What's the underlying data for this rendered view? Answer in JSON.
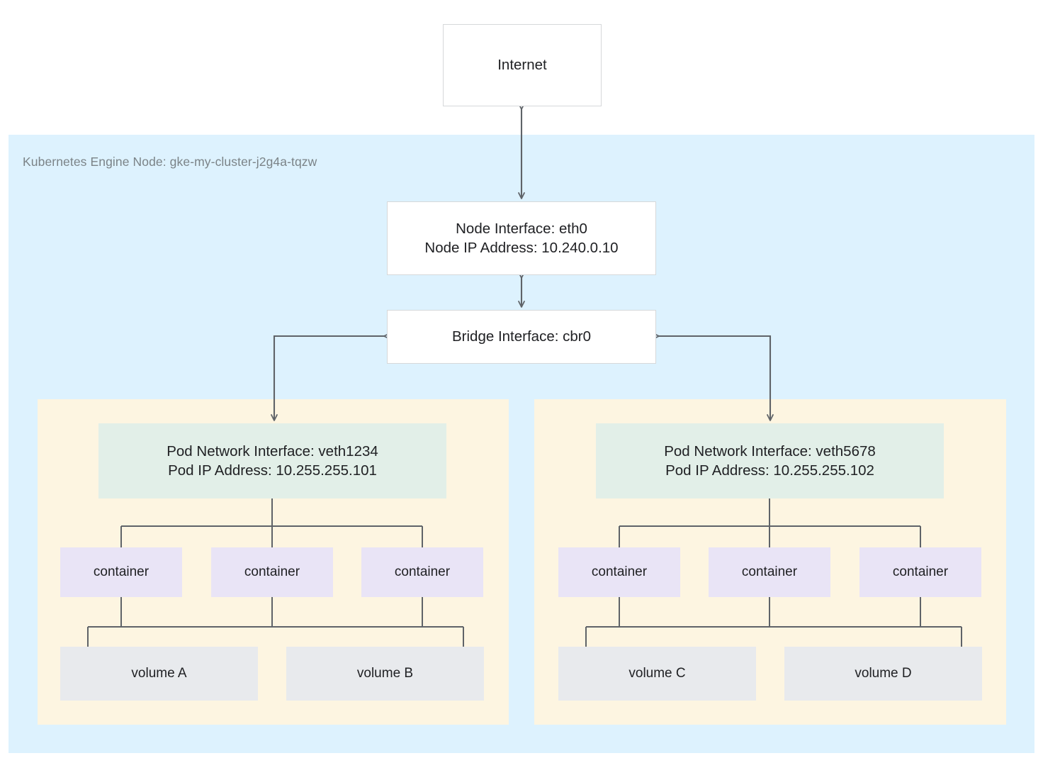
{
  "diagram": {
    "title": "Kubernetes Engine Node networking diagram",
    "colors": {
      "node_region_bg": "#ddf2fe",
      "pod_region_bg": "#fdf5e1",
      "pod_interface_bg": "#e2efe8",
      "container_bg": "#e9e4f6",
      "volume_bg": "#e8eaed",
      "box_border": "#d6d8da",
      "connector": "#5f6368",
      "text": "#202124",
      "muted_text": "#7b8387"
    }
  },
  "internet": {
    "label": "Internet"
  },
  "node": {
    "region_label": "Kubernetes Engine Node: gke-my-cluster-j2g4a-tqzw",
    "interface": {
      "line1": "Node Interface: eth0",
      "line2": "Node IP Address: 10.240.0.10"
    },
    "bridge": {
      "label": "Bridge Interface: cbr0"
    }
  },
  "pods": [
    {
      "interface": {
        "line1": "Pod Network Interface: veth1234",
        "line2": "Pod IP Address: 10.255.255.101"
      },
      "containers": [
        {
          "label": "container"
        },
        {
          "label": "container"
        },
        {
          "label": "container"
        }
      ],
      "volumes": [
        {
          "label": "volume A"
        },
        {
          "label": "volume B"
        }
      ]
    },
    {
      "interface": {
        "line1": "Pod Network Interface: veth5678",
        "line2": "Pod IP Address: 10.255.255.102"
      },
      "containers": [
        {
          "label": "container"
        },
        {
          "label": "container"
        },
        {
          "label": "container"
        }
      ],
      "volumes": [
        {
          "label": "volume C"
        },
        {
          "label": "volume D"
        }
      ]
    }
  ]
}
